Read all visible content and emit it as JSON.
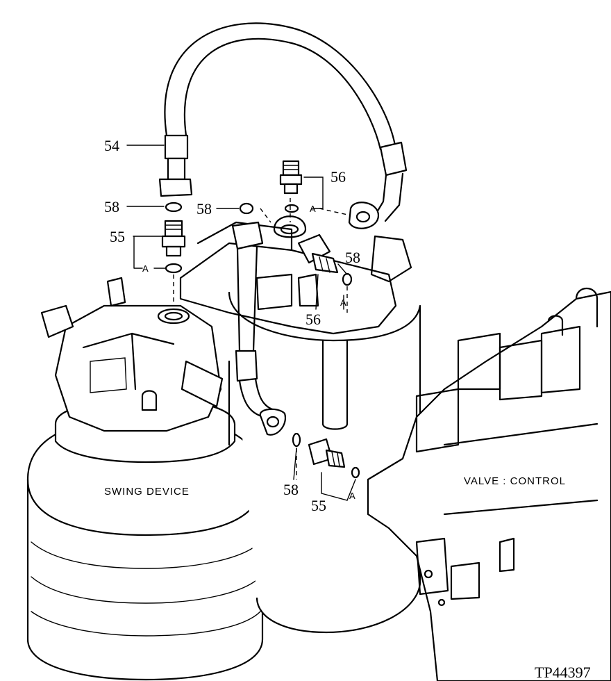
{
  "figure_id": "TP44397",
  "components": {
    "swing_device": "SWING DEVICE",
    "control_valve": "VALVE : CONTROL"
  },
  "callouts": {
    "hose": "54",
    "fitting_left": "55",
    "fitting_bottom": "55",
    "fitting_top": "56",
    "fitting_mid": "56",
    "oring_left": "58",
    "oring_top": "58",
    "oring_right": "58",
    "oring_bottom": "58"
  },
  "reference_marks": {
    "a1": "A",
    "a2": "A",
    "a3": "A",
    "a4": "A"
  }
}
